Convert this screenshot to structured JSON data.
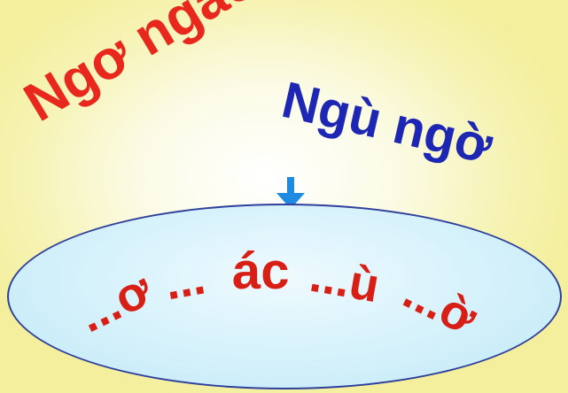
{
  "words": {
    "word1": "Ngơ ngác",
    "word2": "Ngù ngờ"
  },
  "syllables": [
    "...ơ",
    "...",
    "ác",
    "...ù",
    "...ờ"
  ],
  "colors": {
    "red_text": "#e8271d",
    "blue_text": "#1e27b4",
    "ellipse_fill": "#d4f1fb",
    "ellipse_border": "#2f3f9c",
    "arrow": "#1e8be0",
    "background": "#f6f3b4"
  },
  "icons": {
    "arrow": "arrow-down-icon"
  }
}
